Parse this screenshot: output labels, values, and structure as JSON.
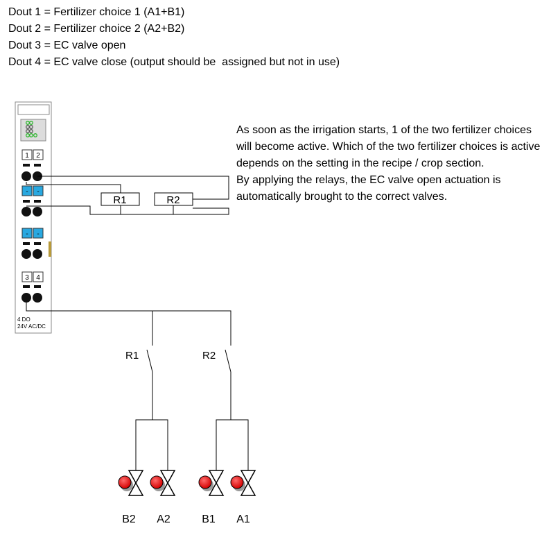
{
  "header_lines": [
    "Dout 1 = Fertilizer choice 1 (A1+B1)",
    "Dout 2 = Fertilizer choice 2 (A2+B2)",
    "Dout 3 = EC valve open",
    "Dout 4 = EC valve close (output should be  assigned but not in use)"
  ],
  "description": {
    "paragraph1": "As soon as the irrigation starts, 1 of the two fertilizer choices will become active. Which of the two fertilizer choices is active depends on the setting in the recipe / crop section.",
    "paragraph2": "By applying the relays, the EC valve open actuation is automatically brought to the correct valves."
  },
  "module": {
    "channel_labels_top": [
      "1",
      "2"
    ],
    "channel_labels_mid": [
      "-",
      "-"
    ],
    "channel_labels_mid2": [
      "-",
      "-"
    ],
    "channel_labels_bottom": [
      "3",
      "4"
    ],
    "name_line1": "4 DO",
    "name_line2": "24V AC/DC",
    "accent_color": "#29a8e0",
    "led_color": "#2ab52a"
  },
  "relay_boxes": [
    "R1",
    "R2"
  ],
  "switch_labels": [
    "R1",
    "R2"
  ],
  "valve_labels": [
    "B2",
    "A2",
    "B1",
    "A1"
  ],
  "colors": {
    "valve_indicator": "#ee1c1c",
    "wire": "#000000"
  }
}
